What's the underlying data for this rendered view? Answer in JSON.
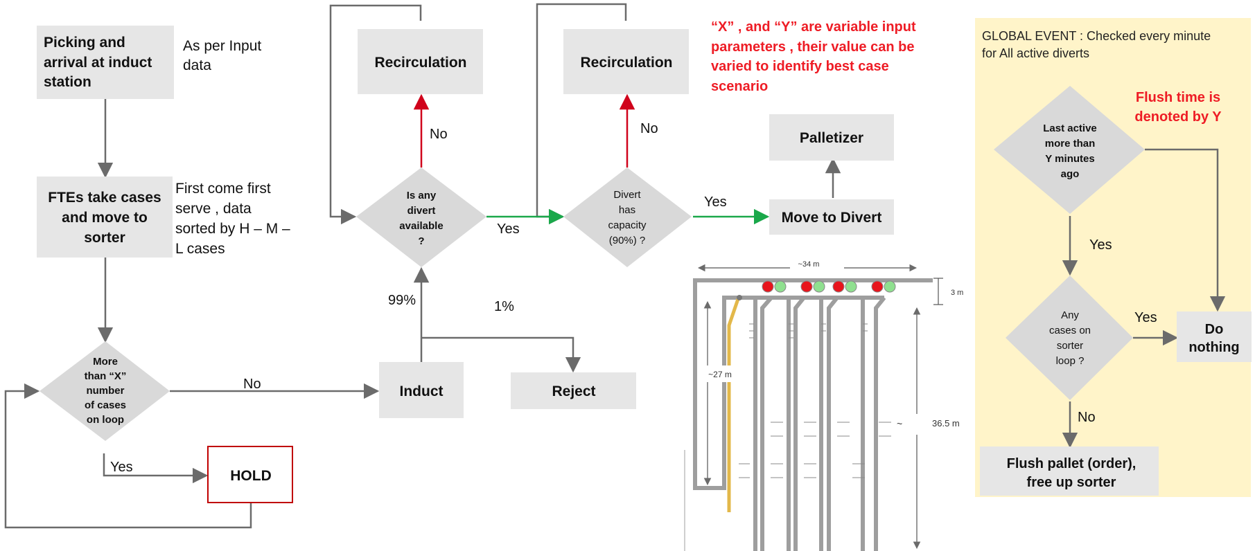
{
  "colors": {
    "box_fill": "#e6e6e6",
    "diamond_fill": "#d9d9d9",
    "arrow_gray": "#6b6b6b",
    "arrow_red": "#d0021b",
    "arrow_green": "#1aa84a",
    "note_red": "#ee1c25",
    "global_panel_fill": "#fff4c9",
    "hold_border": "#c00000",
    "track_gray": "#9e9e9e",
    "track_yellow": "#e3b84a",
    "light_red": "#e8141c",
    "light_green": "#8fe08f"
  },
  "nodes": {
    "picking": [
      "Picking and",
      "arrival at induct",
      "station"
    ],
    "picking_note": [
      "As per Input",
      "data"
    ],
    "ftes": [
      "FTEs take cases",
      "and move to",
      "sorter"
    ],
    "ftes_note": [
      "First come first",
      "serve , data",
      "sorted by H – M –",
      "L cases"
    ],
    "loop_check": [
      "More",
      "than “X”",
      "number",
      "of cases",
      "on loop"
    ],
    "hold": "HOLD",
    "induct": "Induct",
    "reject": "Reject",
    "divert_avail": [
      "Is any",
      "divert",
      "available",
      "?"
    ],
    "recirc1": "Recirculation",
    "recirc2": "Recirculation",
    "capacity": [
      "Divert",
      "has",
      "capacity",
      "(90%) ?"
    ],
    "palletizer": "Palletizer",
    "move_divert": "Move to Divert"
  },
  "edge_labels": {
    "no_loop": "No",
    "yes_hold": "Yes",
    "pct99": "99%",
    "pct1": "1%",
    "no_recirc1": "No",
    "yes_avail": "Yes",
    "no_recirc2": "No",
    "yes_capacity": "Yes"
  },
  "note": [
    "“X” ,  and “Y” are variable input",
    "parameters , their value can be",
    "varied to identify best case",
    "scenario"
  ],
  "global_event": {
    "title": [
      "GLOBAL EVENT : Checked every minute",
      "for All active diverts"
    ],
    "flush_note": [
      "Flush time is",
      "denoted by Y"
    ],
    "last_active": [
      "Last active",
      "more than",
      "Y minutes",
      "ago"
    ],
    "any_cases": [
      "Any",
      "cases on",
      "sorter",
      "loop ?"
    ],
    "do_nothing": [
      "Do",
      "nothing"
    ],
    "flush": [
      "Flush pallet (order),",
      "free up sorter"
    ],
    "yes_down": "Yes",
    "yes_right": "Yes",
    "no_down": "No"
  },
  "layout_plan": {
    "width": "~34 m",
    "height_left": "~27 m",
    "height_right": "36.5 m",
    "top_depth": "3 m",
    "tilde": "~"
  }
}
